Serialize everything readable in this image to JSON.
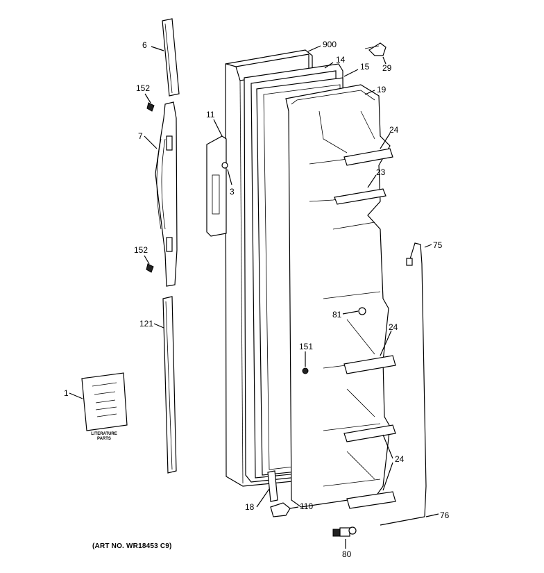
{
  "figure": {
    "art_number": "(ART NO. WR18453 C9)",
    "literature_caption": "LITERATURE PARTS"
  },
  "callouts": [
    {
      "id": "6",
      "text": "6"
    },
    {
      "id": "152a",
      "text": "152"
    },
    {
      "id": "7",
      "text": "7"
    },
    {
      "id": "152b",
      "text": "152"
    },
    {
      "id": "121",
      "text": "121"
    },
    {
      "id": "1",
      "text": "1"
    },
    {
      "id": "900",
      "text": "900"
    },
    {
      "id": "14",
      "text": "14"
    },
    {
      "id": "15",
      "text": "15"
    },
    {
      "id": "29",
      "text": "29"
    },
    {
      "id": "19",
      "text": "19"
    },
    {
      "id": "11",
      "text": "11"
    },
    {
      "id": "3",
      "text": "3"
    },
    {
      "id": "24a",
      "text": "24"
    },
    {
      "id": "23",
      "text": "23"
    },
    {
      "id": "75",
      "text": "75"
    },
    {
      "id": "81",
      "text": "81"
    },
    {
      "id": "24b",
      "text": "24"
    },
    {
      "id": "151",
      "text": "151"
    },
    {
      "id": "24c",
      "text": "24"
    },
    {
      "id": "18",
      "text": "18"
    },
    {
      "id": "110",
      "text": "110"
    },
    {
      "id": "76",
      "text": "76"
    },
    {
      "id": "80",
      "text": "80"
    }
  ]
}
